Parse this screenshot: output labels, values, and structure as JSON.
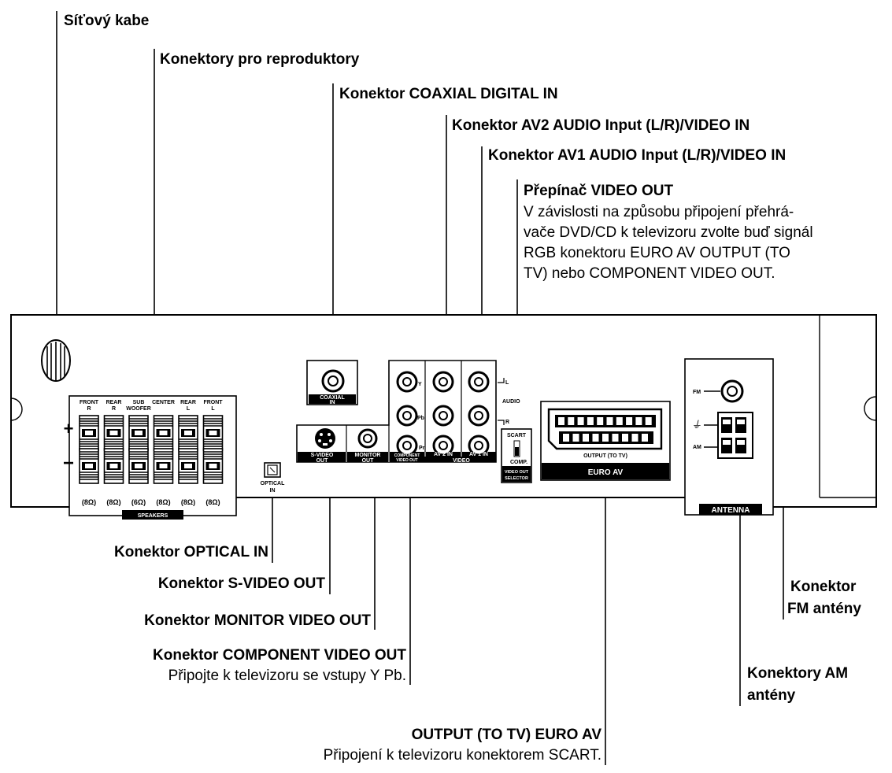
{
  "callouts": {
    "power_cable": "Síťový kabe",
    "speaker_connectors": "Konektory pro reproduktory",
    "coaxial_in": "Konektor COAXIAL DIGITAL IN",
    "av2_input": "Konektor AV2 AUDIO Input (L/R)/VIDEO IN",
    "av1_input": "Konektor AV1 AUDIO Input (L/R)/VIDEO IN",
    "video_out_switch": {
      "title": "Přepínač VIDEO OUT",
      "lines": [
        "V závislosti na způsobu připojení přehrá-",
        "vače DVD/CD k televizoru zvolte buď signál",
        "RGB konektoru EURO AV OUTPUT (TO",
        "TV) nebo COMPONENT VIDEO OUT."
      ]
    },
    "optical_in": "Konektor OPTICAL IN",
    "s_video_out": "Konektor S-VIDEO OUT",
    "monitor_video_out": "Konektor MONITOR VIDEO OUT",
    "component_video_out": {
      "title": "Konektor COMPONENT VIDEO OUT",
      "desc": "Připojte k televizoru se vstupy Y Pb."
    },
    "euro_av": {
      "title": "OUTPUT (TO TV) EURO AV",
      "desc": "Připojení k televizoru konektorem SCART."
    },
    "fm_antenna": {
      "line1": "Konektor",
      "line2": "FM antény"
    },
    "am_antenna": {
      "line1": "Konektory AM",
      "line2": "antény"
    }
  },
  "panel": {
    "speakers": {
      "channels": [
        {
          "top": "FRONT",
          "bottom": "R"
        },
        {
          "top": "REAR",
          "bottom": "R"
        },
        {
          "top": "SUB",
          "bottom": "WOOFER"
        },
        {
          "top": "CENTER",
          "bottom": ""
        },
        {
          "top": "REAR",
          "bottom": "L"
        },
        {
          "top": "FRONT",
          "bottom": "L"
        }
      ],
      "impedances": [
        "(8Ω)",
        "(8Ω)",
        "(6Ω)",
        "(8Ω)",
        "(8Ω)",
        "(8Ω)"
      ],
      "plus": "+",
      "minus": "−",
      "footer": "SPEAKERS"
    },
    "optical": {
      "line1": "OPTICAL",
      "line2": "IN"
    },
    "coaxial": {
      "line1": "COAXIAL",
      "line2": "IN"
    },
    "s_video": {
      "line1": "S-VIDEO",
      "line2": "OUT"
    },
    "monitor": {
      "line1": "MONITOR",
      "line2": "OUT"
    },
    "component": {
      "line1": "COMPONENT",
      "line2": "VIDEO OUT"
    },
    "comp_labels": {
      "y": "Y",
      "pb": "Pb",
      "pr": "Pr"
    },
    "av2": "AV 2 IN",
    "av1": "AV 1 IN",
    "video": "VIDEO",
    "audio": {
      "l": "L",
      "label": "AUDIO",
      "r": "R"
    },
    "switch": {
      "top": "SCART",
      "bottom": "COMP.",
      "footer1": "VIDEO OUT",
      "footer2": "SELECTOR"
    },
    "euro": {
      "output": "OUTPUT (TO TV)",
      "label": "EURO AV"
    },
    "antenna": {
      "fm": "FM",
      "am": "AM",
      "label": "ANTENNA"
    }
  }
}
